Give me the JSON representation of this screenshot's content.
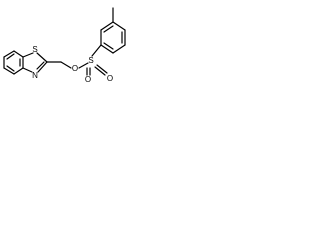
{
  "molecule": {
    "atoms": {
      "sulfur_ring": "S",
      "nitrogen": "N",
      "oxygen_ester": "O",
      "sulfur_sulfonyl": "S",
      "oxygen_left": "O",
      "oxygen_right": "O"
    }
  }
}
